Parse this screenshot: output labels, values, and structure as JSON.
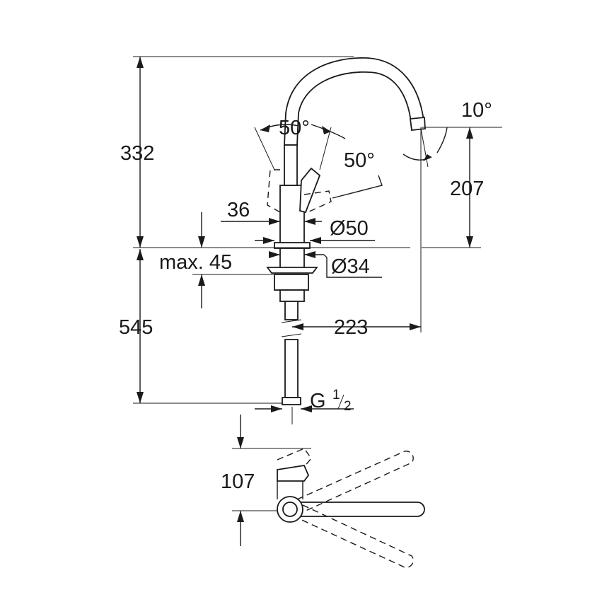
{
  "dimensions": {
    "total_height_above_deck": "332",
    "spout_height": "207",
    "spout_reach": "223",
    "below_deck_length": "545",
    "spout_tilt_angle": "10°",
    "lever_angle_left": "50°",
    "lever_angle_right": "50°",
    "body_width": "36",
    "base_diameter": "Ø50",
    "hole_diameter": "Ø34",
    "max_deck_thickness": "max. 45",
    "connection_thread": "G",
    "connection_numerator": "1",
    "connection_denominator": "2",
    "top_view_dimension": "107"
  }
}
